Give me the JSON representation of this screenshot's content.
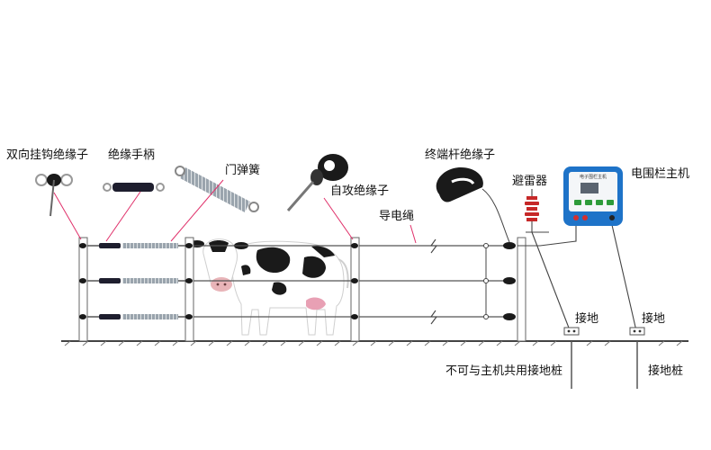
{
  "labels": {
    "double_hook_insulator": "双向挂钩绝缘子",
    "insulated_handle": "绝缘手柄",
    "gate_spring": "门弹簧",
    "self_tapping_insulator": "自攻绝缘子",
    "conductor_rope": "导电绳",
    "end_post_insulator": "终端杆绝缘子",
    "lightning_arrester": "避雷器",
    "fence_energizer": "电围栏主机",
    "ground_1": "接地",
    "ground_2": "接地",
    "ground_stake_separate": "不可与主机共用接地桩",
    "ground_stake": "接地桩"
  },
  "energizer": {
    "panel_text": "电子围栏主机"
  },
  "colors": {
    "energizer_blue": "#1e73c8",
    "leader_line_pink": "#e0306a",
    "arrester_red": "#c62828"
  }
}
